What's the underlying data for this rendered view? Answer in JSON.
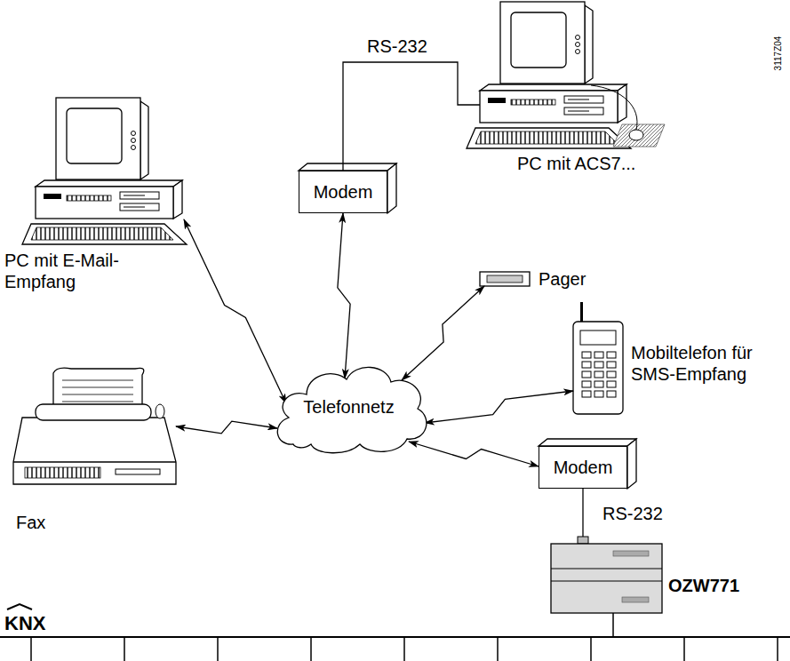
{
  "diagram": {
    "nodes": [
      {
        "text": [
          "PC mit ACS7..."
        ]
      },
      {
        "text": [
          "Modem"
        ]
      },
      {
        "text": [
          "PC mit E-Mail-Empfang"
        ]
      },
      {
        "text": [
          "Pager"
        ]
      },
      {
        "text": [
          "Mobiltelefon für SMS-Empfang"
        ]
      },
      {
        "text": [
          "Telefonnetz"
        ]
      },
      {
        "text": [
          "Fax"
        ]
      },
      {
        "text": [
          "Modem"
        ]
      },
      {
        "text": [
          "OZW771"
        ]
      }
    ],
    "edges": [
      {
        "from": 1,
        "to": 0,
        "arrow": "none",
        "label": "RS-232"
      },
      {
        "from": 2,
        "to": 5,
        "arrow": "both"
      },
      {
        "from": 1,
        "to": 5,
        "arrow": "both"
      },
      {
        "from": 3,
        "to": 5,
        "arrow": "both"
      },
      {
        "from": 4,
        "to": 5,
        "arrow": "both"
      },
      {
        "from": 6,
        "to": 5,
        "arrow": "both"
      },
      {
        "from": 7,
        "to": 5,
        "arrow": "both"
      },
      {
        "from": 7,
        "to": 8,
        "arrow": "none",
        "label": "RS-232"
      }
    ],
    "labels": [
      "3117Z04",
      "KNX"
    ]
  }
}
